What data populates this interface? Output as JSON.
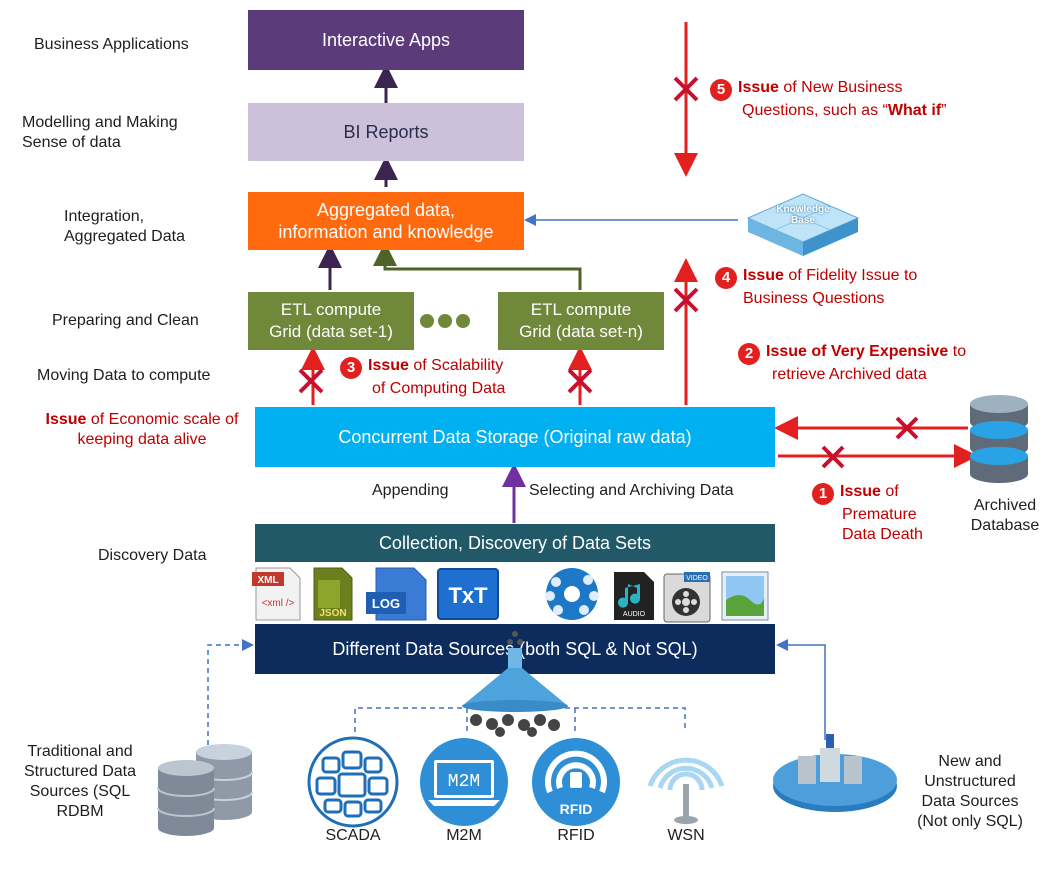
{
  "left_labels": {
    "business_apps": "Business Applications",
    "modelling": [
      "Modelling and Making",
      "Sense of data"
    ],
    "integration": [
      "Integration,",
      "Aggregated Data"
    ],
    "preparing": "Preparing and Clean",
    "moving": "Moving Data to compute",
    "discovery": "Discovery Data",
    "traditional": [
      "Traditional and",
      "Structured Data",
      "Sources (SQL",
      "RDBM"
    ]
  },
  "boxes": {
    "interactive_apps": "Interactive Apps",
    "bi_reports": "BI Reports",
    "aggregated": [
      "Aggregated data,",
      "information and knowledge"
    ],
    "etl_1": [
      "ETL compute",
      "Grid (data set-1)"
    ],
    "etl_n": [
      "ETL compute",
      "Grid (data set-n)"
    ],
    "storage": "Concurrent Data Storage (Original raw data)",
    "collection": "Collection, Discovery of Data Sets",
    "sources": "Different Data Sources (both SQL & Not SQL)"
  },
  "knowledge_base": [
    "Knowledge",
    "Base"
  ],
  "issues": {
    "economic": {
      "bold": "Issue",
      "rest": " of Economic scale of",
      "line2": "keeping data alive"
    },
    "scalability": {
      "num": "3",
      "bold": "Issue",
      "rest": " of Scalability",
      "line2": "of Computing Data"
    },
    "fidelity": {
      "num": "4",
      "bold": "Issue",
      "rest": " of Fidelity Issue to",
      "line2": "Business Questions"
    },
    "expensive": {
      "num": "2",
      "bold": "Issue of Very Expensive",
      "rest": " to",
      "line2": "retrieve Archived data"
    },
    "new_questions": {
      "num": "5",
      "bold": "Issue",
      "rest": " of New Business",
      "line2": "Questions, such as “",
      "line2_bold": "What if",
      "line2_end": "”"
    },
    "premature": {
      "num": "1",
      "bold": "Issue",
      "rest": " of",
      "line2": "Premature",
      "line3": "Data Death"
    }
  },
  "arrow_labels": {
    "appending": "Appending",
    "selecting": "Selecting and Archiving Data"
  },
  "archived": [
    "Archived",
    "Database"
  ],
  "new_sources": [
    "New and",
    "Unstructured",
    "Data Sources",
    "(Not only SQL)"
  ],
  "file_icons": {
    "xml": "XML",
    "xml_tag": "<xml />",
    "json": "JSON",
    "log": "LOG",
    "txt": "TxT",
    "audio": "AUDIO",
    "video": "VIDEO"
  },
  "m2m_icon_text": "M2M",
  "rfid_icon_text": "RFID",
  "device_labels": [
    "SCADA",
    "M2M",
    "RFID",
    "WSN"
  ],
  "colors": {
    "purple_dark": "#5b3b7a",
    "purple_light": "#ccc0da",
    "orange": "#ff6a0e",
    "green": "#70883a",
    "blue_bright": "#00b0f0",
    "teal": "#215968",
    "navy": "#0d2c5e",
    "red": "#c00000"
  }
}
